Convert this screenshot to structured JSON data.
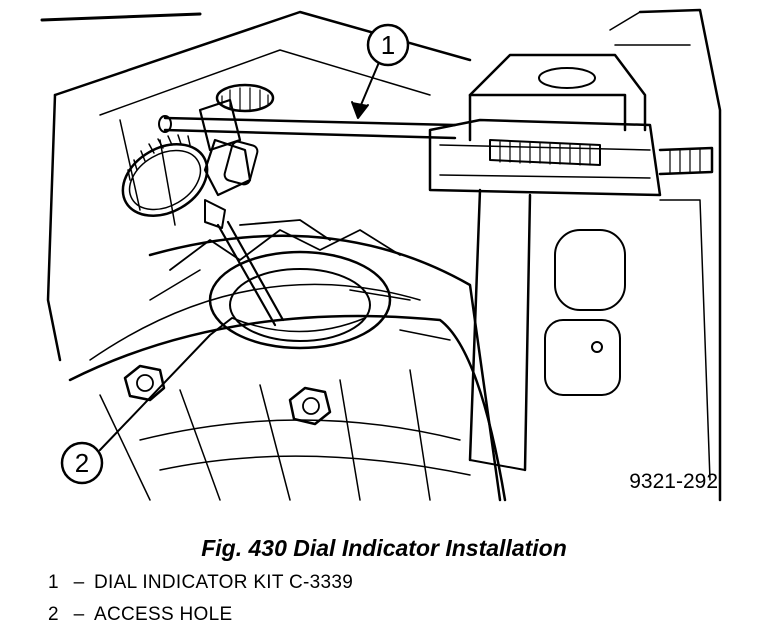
{
  "figure": {
    "code": "9321-292",
    "caption": "Fig. 430 Dial Indicator Installation"
  },
  "callouts": [
    {
      "number": "1",
      "label": "DIAL INDICATOR KIT C-3339"
    },
    {
      "number": "2",
      "label": "ACCESS HOLE"
    }
  ],
  "legend_separator": "–"
}
